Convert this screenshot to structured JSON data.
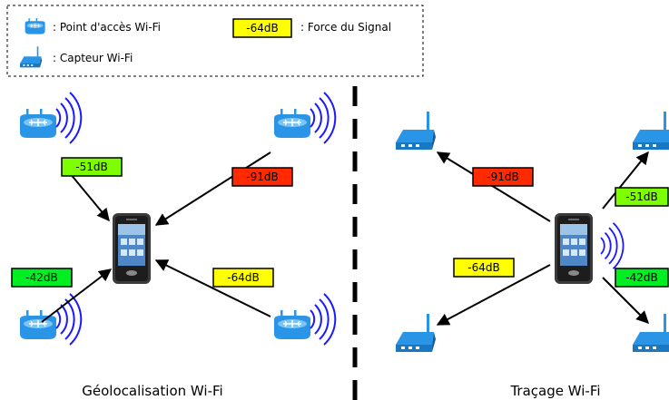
{
  "legend": {
    "access_point": ": Point d'accès Wi-Fi",
    "signal_sample": "-64dB",
    "signal_strength": ": Force du Signal",
    "sensor": ": Capteur Wi-Fi"
  },
  "left_panel": {
    "caption": "Géolocalisation Wi-Fi",
    "signals": [
      {
        "label": "-51dB",
        "color": "#7dff00"
      },
      {
        "label": "-91dB",
        "color": "#ff2a00"
      },
      {
        "label": "-42dB",
        "color": "#00ee22"
      },
      {
        "label": "-64dB",
        "color": "#ffff00"
      }
    ]
  },
  "right_panel": {
    "caption": "Traçage Wi-Fi",
    "signals": [
      {
        "label": "-91dB",
        "color": "#ff2a00"
      },
      {
        "label": "-64dB",
        "color": "#ffff00"
      },
      {
        "label": "-51dB",
        "color": "#7dff00"
      },
      {
        "label": "-42dB",
        "color": "#00ee22"
      }
    ]
  },
  "colors": {
    "device_blue": "#2a95e6",
    "wave_blue": "#1a1aff",
    "legend_badge": "#ffff00"
  }
}
